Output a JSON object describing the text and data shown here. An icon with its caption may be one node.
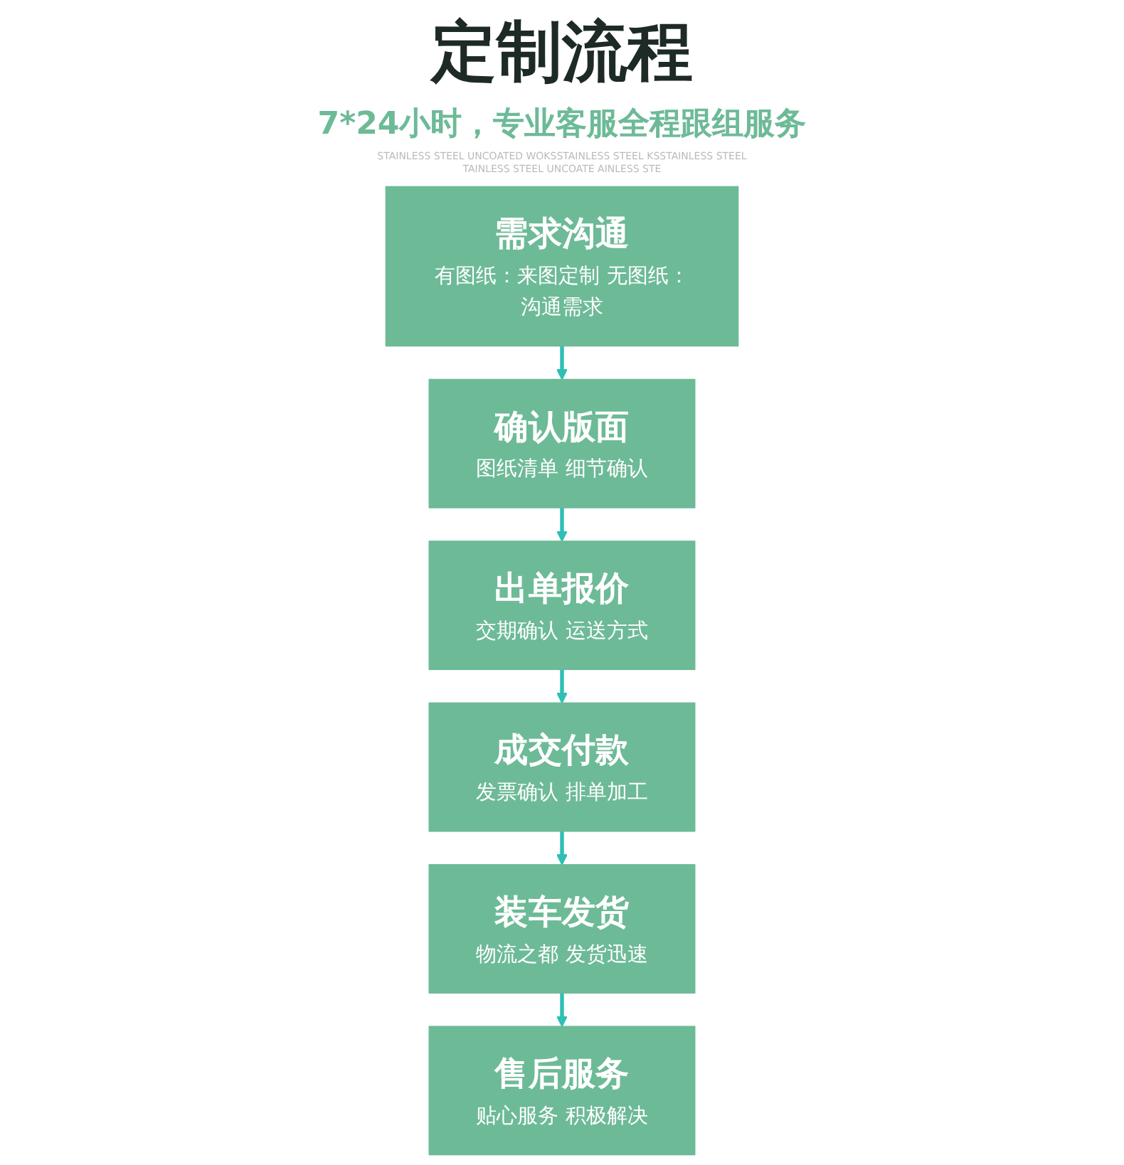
{
  "diagram": {
    "title": "定制流程",
    "nodes": [
      {
        "text": [
          "需求沟通",
          "有图纸：来图定制 无图纸：沟通需求"
        ]
      },
      {
        "text": [
          "确认版面",
          "图纸清单 细节确认"
        ]
      },
      {
        "text": [
          "出单报价",
          "交期确认 运送方式"
        ]
      },
      {
        "text": [
          "成交付款",
          "发票确认 排单加工"
        ]
      },
      {
        "text": [
          "装车发货",
          "物流之都 发货迅速"
        ]
      },
      {
        "text": [
          "售后服务",
          "贴心服务 积极解决"
        ]
      }
    ],
    "edges": [
      {
        "from": 0,
        "to": 1,
        "arrow": "to"
      },
      {
        "from": 1,
        "to": 2,
        "arrow": "to"
      },
      {
        "from": 2,
        "to": 3,
        "arrow": "to"
      },
      {
        "from": 3,
        "to": 4,
        "arrow": "to"
      },
      {
        "from": 4,
        "to": 5,
        "arrow": "to"
      }
    ],
    "labels": [
      "7*24小时，专业客服全程跟组服务",
      "STAINLESS STEEL UNCOATED WOKSSTAINLESS STEEL KSSTAINLESS STEEL",
      "TAINLESS STEEL UNCOATE AINLESS STE"
    ]
  }
}
